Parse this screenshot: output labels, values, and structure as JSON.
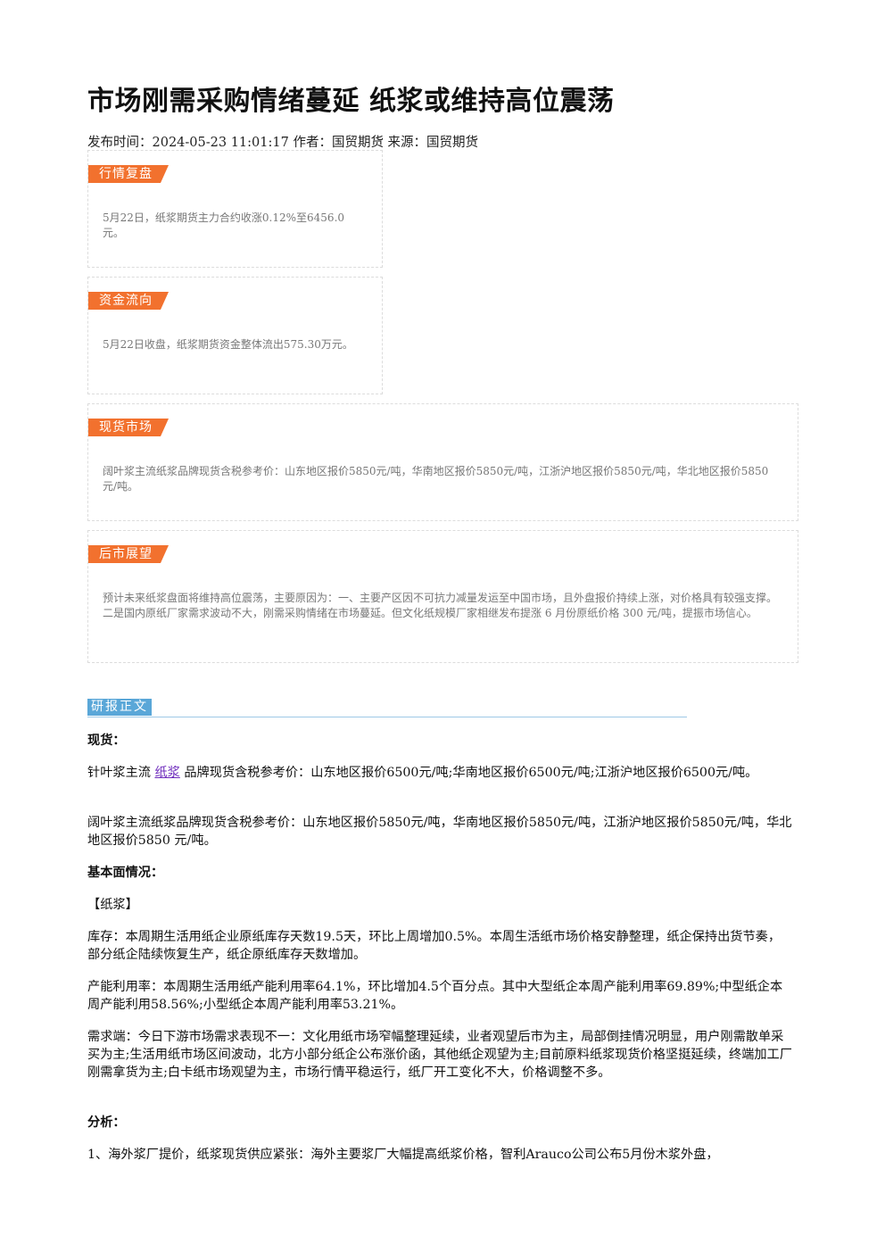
{
  "article": {
    "title": "市场刚需采购情绪蔓延 纸浆或维持高位震荡",
    "meta": "发布时间：2024-05-23 11:01:17 作者：国贸期货 来源：国贸期货"
  },
  "boxes": [
    {
      "tag": "行情复盘",
      "text": "5月22日，纸浆期货主力合约收涨0.12%至6456.0元。"
    },
    {
      "tag": "资金流向",
      "text": "5月22日收盘，纸浆期货资金整体流出575.30万元。"
    },
    {
      "tag": "现货市场",
      "text": "阔叶浆主流纸浆品牌现货含税参考价：山东地区报价5850元/吨，华南地区报价5850元/吨，江浙沪地区报价5850元/吨，华北地区报价5850 元/吨。"
    },
    {
      "tag": "后市展望",
      "text": "预计未来纸浆盘面将维持高位震荡，主要原因为：一、主要产区因不可抗力减量发运至中国市场，且外盘报价持续上涨，对价格具有较强支撑。二是国内原纸厂家需求波动不大，刚需采购情绪在市场蔓延。但文化纸规模厂家相继发布提涨 6 月份原纸价格 300 元/吨，提振市场信心。"
    }
  ],
  "body": {
    "section_tag": "研报正文",
    "spot_heading": "现货：",
    "softwood_pre": "针叶浆主流 ",
    "softwood_link": "纸浆",
    "softwood_post": " 品牌现货含税参考价：山东地区报价6500元/吨;华南地区报价6500元/吨;江浙沪地区报价6500元/吨。",
    "hardwood": "阔叶浆主流纸浆品牌现货含税参考价：山东地区报价5850元/吨，华南地区报价5850元/吨，江浙沪地区报价5850元/吨，华北地区报价5850 元/吨。",
    "fundamentals_heading": "基本面情况：",
    "pulp_heading": "【纸浆】",
    "inventory": "库存：本周期生活用纸企业原纸库存天数19.5天，环比上周增加0.5%。本周生活纸市场价格安静整理，纸企保持出货节奏，部分纸企陆续恢复生产，纸企原纸库存天数增加。",
    "capacity": "产能利用率：本周期生活用纸产能利用率64.1%，环比增加4.5个百分点。其中大型纸企本周产能利用率69.89%;中型纸企本周产能利用58.56%;小型纸企本周产能利用率53.21%。",
    "demand": "需求端：今日下游市场需求表现不一：文化用纸市场窄幅整理延续，业者观望后市为主，局部倒挂情况明显，用户刚需散单采买为主;生活用纸市场区间波动，北方小部分纸企公布涨价函，其他纸企观望为主;目前原料纸浆现货价格坚挺延续，终端加工厂刚需拿货为主;白卡纸市场观望为主，市场行情平稳运行，纸厂开工变化不大，价格调整不多。",
    "analysis_heading": "分析：",
    "analysis_1": "1、海外浆厂提价，纸浆现货供应紧张：海外主要浆厂大幅提高纸浆价格，智利Arauco公司公布5月份木浆外盘，"
  }
}
